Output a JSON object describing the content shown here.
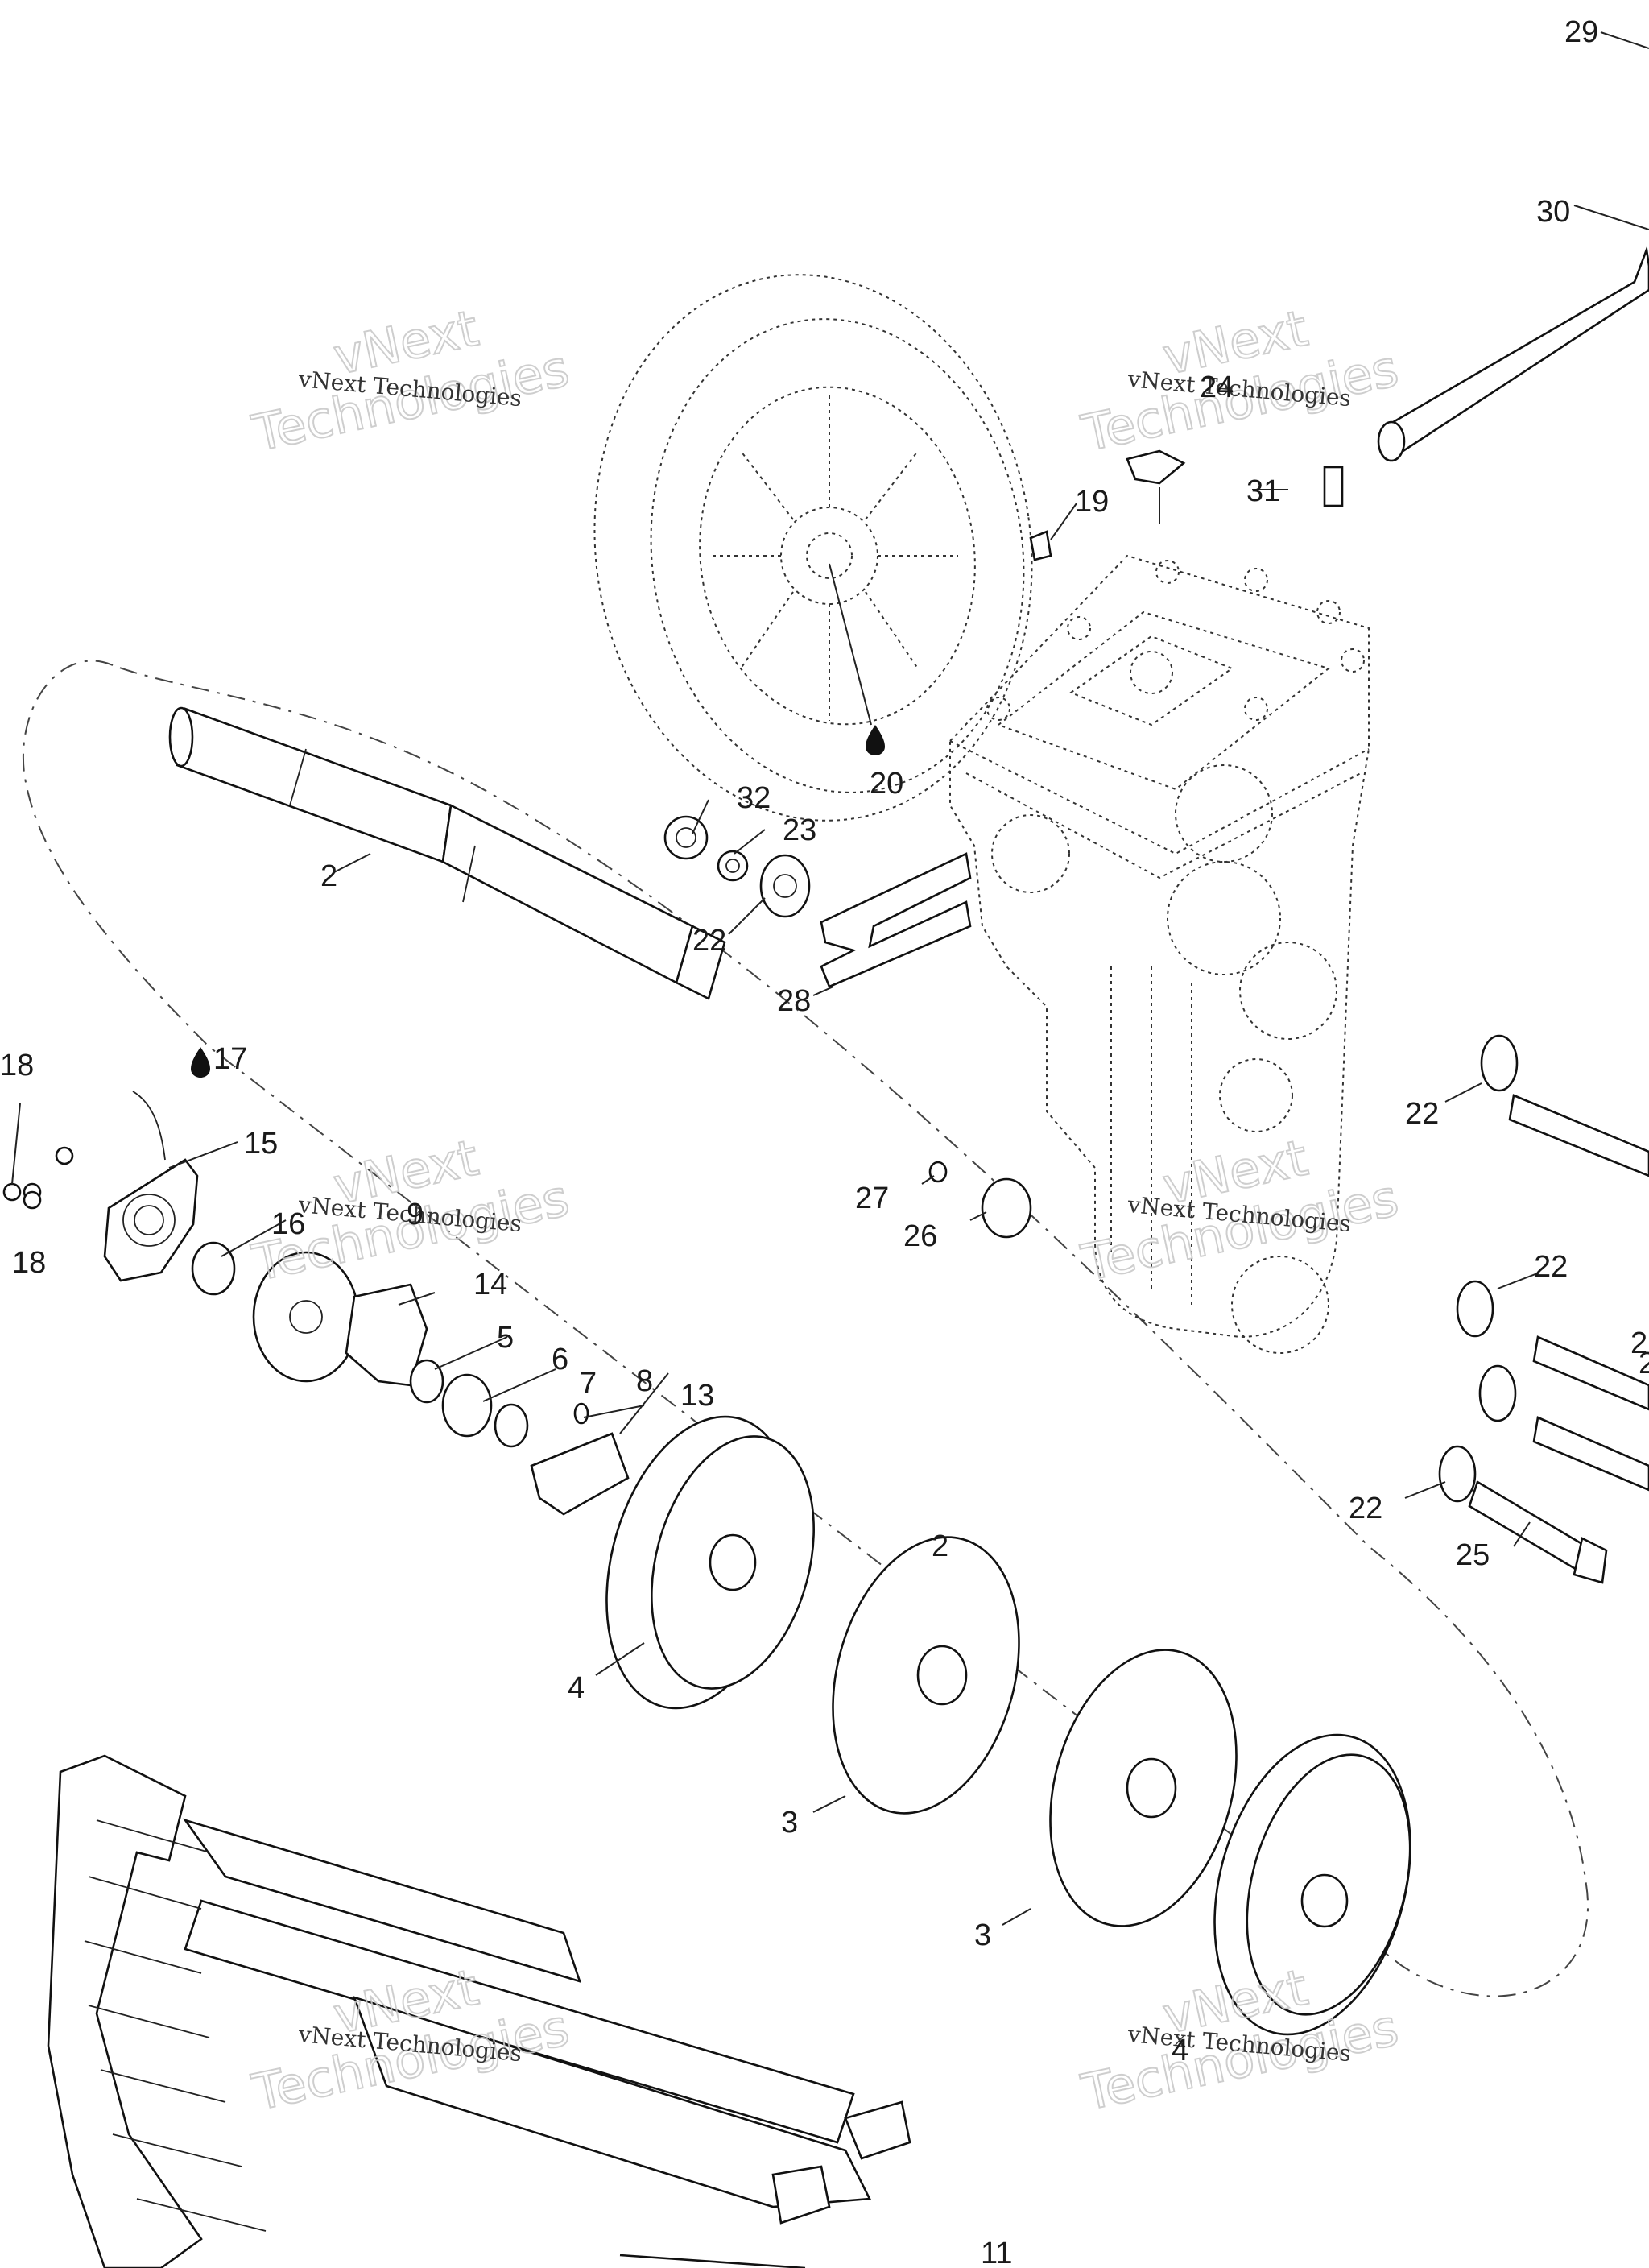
{
  "diagram": {
    "callouts": [
      "29",
      "30",
      "24",
      "31",
      "19",
      "20",
      "32",
      "23",
      "22",
      "2",
      "28",
      "18",
      "17",
      "15",
      "16",
      "9",
      "14",
      "5",
      "6",
      "7",
      "8",
      "13",
      "27",
      "26",
      "22",
      "22",
      "22",
      "22",
      "25",
      "4",
      "2",
      "3",
      "3",
      "4",
      "11",
      "18",
      "2"
    ],
    "watermark": {
      "small_text": "vNext Technologies",
      "big_line1": "vNext",
      "big_line2": "Technologies"
    },
    "colors": {
      "line": "#111111",
      "background": "#ffffff",
      "watermark": "#c9c9c9"
    }
  }
}
